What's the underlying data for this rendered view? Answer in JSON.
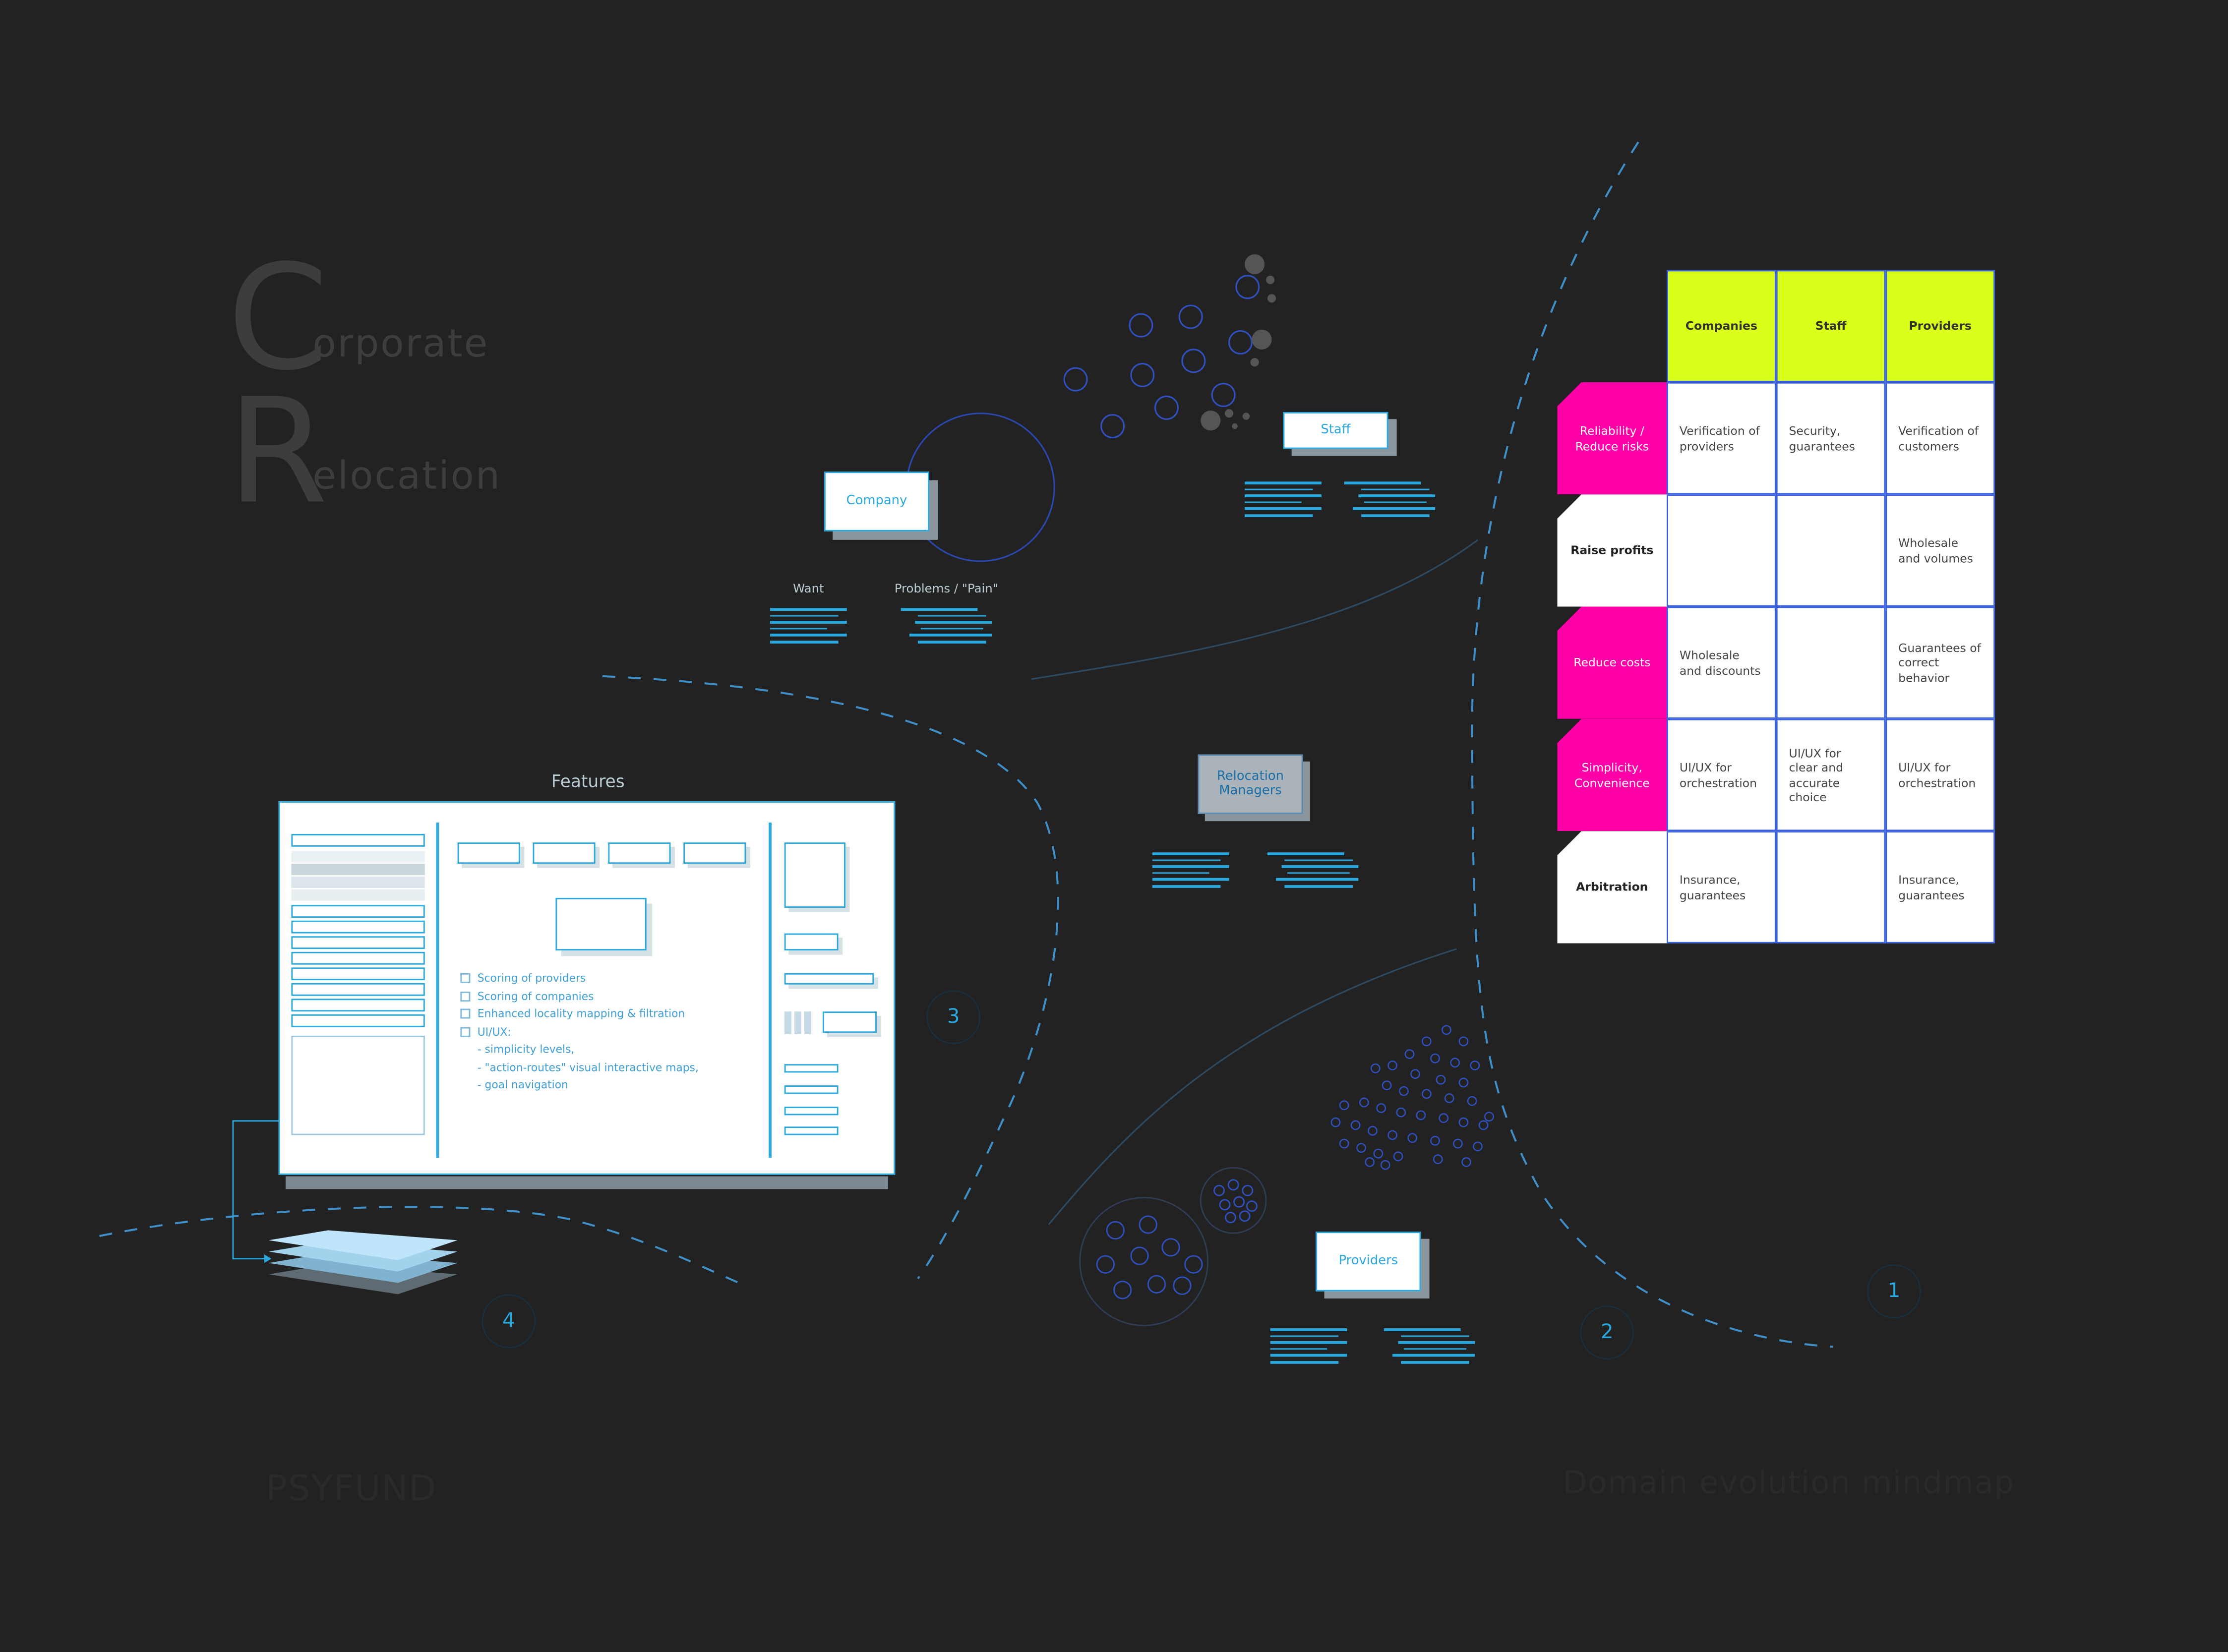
{
  "title": {
    "letter1": "C",
    "word1": "orporate",
    "letter2": "R",
    "word2": "elocation"
  },
  "nodes": {
    "company": "Company",
    "staff": "Staff",
    "relocation_managers": "Relocation Managers",
    "providers": "Providers"
  },
  "company_columns": {
    "want": "Want",
    "problems": "Problems / \"Pain\""
  },
  "features": {
    "title": "Features",
    "items": [
      "Scoring of providers",
      "Scoring of companies",
      "Enhanced locality mapping & filtration",
      "UI/UX:"
    ],
    "subitems": [
      "- simplicity levels,",
      "- \"action-routes\" visual interactive maps,",
      "- goal navigation"
    ]
  },
  "numbers": [
    "1",
    "2",
    "3",
    "4"
  ],
  "matrix": {
    "columns": [
      "Companies",
      "Staff",
      "Providers"
    ],
    "rows": [
      {
        "label": "Reliability / Reduce risks",
        "highlight": true,
        "cells": [
          "Verification of providers",
          "Security, guarantees",
          "Verification of customers"
        ]
      },
      {
        "label": "Raise profits",
        "highlight": false,
        "cells": [
          "",
          "",
          "Wholesale and volumes"
        ]
      },
      {
        "label": "Reduce costs",
        "highlight": true,
        "cells": [
          "Wholesale and discounts",
          "",
          "Guarantees of correct behavior"
        ]
      },
      {
        "label": "Simplicity, Convenience",
        "highlight": true,
        "cells": [
          "UI/UX for orchestration",
          "UI/UX for clear and accurate choice",
          "UI/UX for orchestration"
        ]
      },
      {
        "label": "Arbitration",
        "highlight": false,
        "cells": [
          "Insurance, guarantees",
          "",
          "Insurance, guarantees"
        ]
      }
    ]
  },
  "footer": {
    "left": "PSYFUND",
    "right": "Domain evolution mindmap"
  },
  "colors": {
    "background": "#222222",
    "accent": "#29a9e0",
    "highlight_pink": "#ff00a8",
    "header_lime": "#d8ff1a",
    "grid_blue": "#3a62e0"
  }
}
